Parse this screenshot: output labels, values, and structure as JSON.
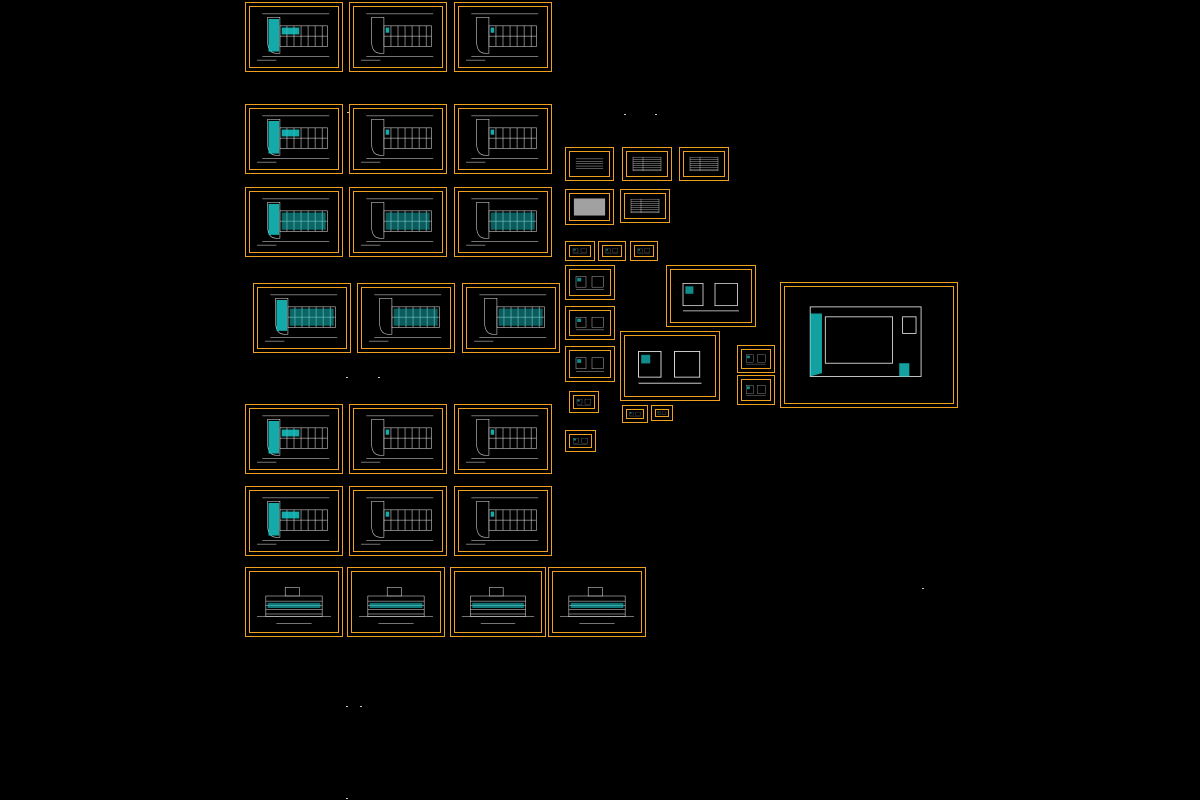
{
  "viewer": {
    "background": "#000000",
    "frame_color": "#f0a020",
    "line_color": "#e8e8e8",
    "hatch_color": "#18c8c8",
    "panel_color": "#bdbdbd"
  },
  "sheet_groups": [
    {
      "name": "floor-plan-row-1",
      "count": 3
    },
    {
      "name": "floor-plan-row-2",
      "count": 3
    },
    {
      "name": "floor-plan-row-3",
      "count": 3
    },
    {
      "name": "floor-plan-row-4",
      "count": 3
    },
    {
      "name": "floor-plan-row-5",
      "count": 3
    },
    {
      "name": "floor-plan-row-6",
      "count": 3
    },
    {
      "name": "elevation-row",
      "count": 4
    },
    {
      "name": "detail-sheets",
      "count": 22
    },
    {
      "name": "site-plan",
      "count": 1
    }
  ]
}
